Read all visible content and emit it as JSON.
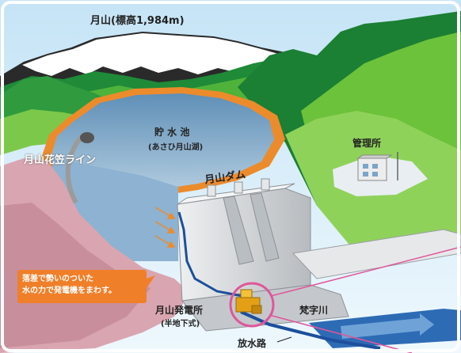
{
  "labels": {
    "mountain": "月山(標高1,984m)",
    "reservoir": "貯 水 池",
    "reservoir_sub": "(あさひ月山湖)",
    "road": "月山花笠ライン",
    "office": "管理所",
    "dam": "月山ダム",
    "power_station": "月山発電所",
    "power_station_sub": "(半地下式)",
    "river": "梵字川",
    "outlet": "放水路",
    "callout_line1": "落差で勢いのついた",
    "callout_line2": "水の力で発電機をまわす。"
  },
  "colors": {
    "sky": "#dff0fa",
    "mountain_dark": "#2a2a2a",
    "snow": "#ffffff",
    "forest_dark": "#1f8a38",
    "forest_light": "#6cc23a",
    "water": "#7fa6c8",
    "shore": "#ec8b2c",
    "rock": "#d9a5b0",
    "dam": "#d0d3d6",
    "callout": "#f07f2a",
    "highlight": "#e0569a"
  }
}
